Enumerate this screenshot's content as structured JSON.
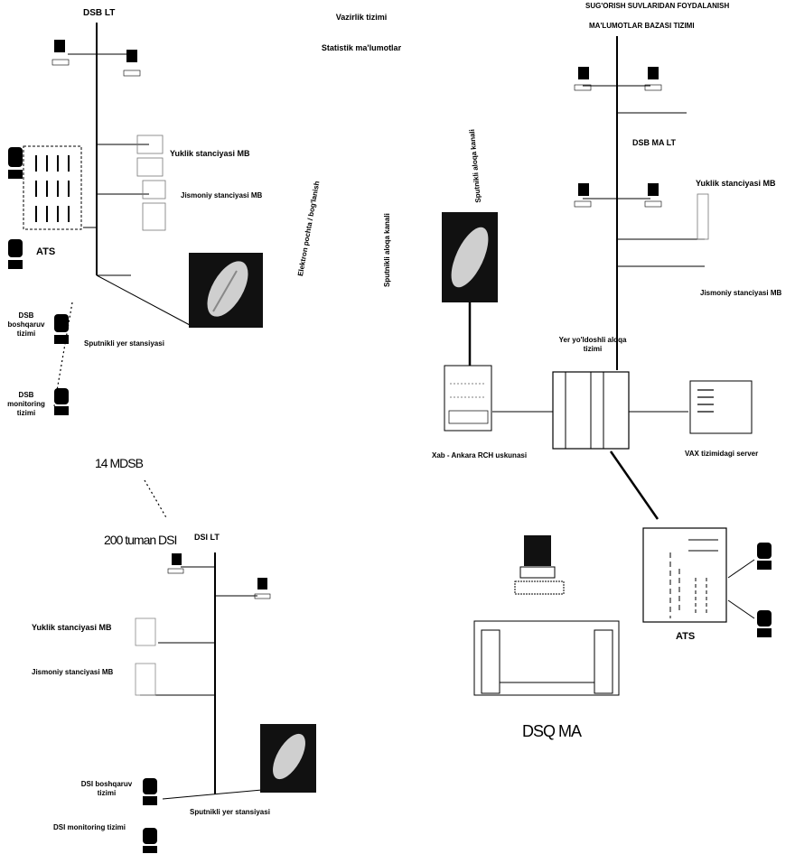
{
  "labels": {
    "top_left_lt": "DSB LT",
    "top_left_yuklik": "Yuklik stanciyasi MB",
    "top_left_jismoniy": "Jismoniy stanciyasi MB",
    "top_left_ats": "ATS",
    "top_left_dsb_boshqaruv": "DSB boshqaruv tizimi",
    "top_left_dsb_monitoring": "DSB monitoring tizimi",
    "top_left_sputnik": "Sputnikli yer stansiyasi",
    "center_top_1": "Vazirlik tizimi",
    "center_top_2": "Statistik ma'lumotlar",
    "center_vertical_1": "Elektron pochta / bog'lanish",
    "center_vertical_2": "Sputnikli aloqa kanali",
    "right_top_1": "SUG'ORISH SUVLARIDAN FOYDALANISH",
    "right_top_2": "MA'LUMOTLAR BAZASI TIZIMI",
    "right_lt": "DSB MA LT",
    "right_yuklik": "Yuklik stanciyasi MB",
    "right_jismoniy": "Jismoniy stanciyasi MB",
    "right_modem": "Yer yo'ldoshli aloqa tizimi",
    "right_xab": "Xab - Ankara RCH uskunasi",
    "right_vax": "VAX tizimidagi server",
    "right_ats": "ATS",
    "right_dsq": "DSQ MA",
    "bottom_14mdsb": "14 MDSB",
    "bottom_200dsi": "200 tuman DSI",
    "bottom_lt": "DSI LT",
    "bottom_yuklik": "Yuklik stanciyasi MB",
    "bottom_jismoniy": "Jismoniy stanciyasi MB",
    "bottom_boshqaruv": "DSI boshqaruv tizimi",
    "bottom_monitoring": "DSI monitoring tizimi",
    "bottom_sputnik": "Sputnikli yer stansiyasi"
  },
  "colors": {
    "ink": "#000000",
    "satellite_bg": "#111111",
    "satellite_dish": "#cfcfcf",
    "paper": "#ffffff"
  },
  "icons": [
    "computer-icon",
    "phone-icon",
    "satellite-dish-icon",
    "server-rack-icon",
    "ats-switch-icon",
    "workstation-icon"
  ]
}
